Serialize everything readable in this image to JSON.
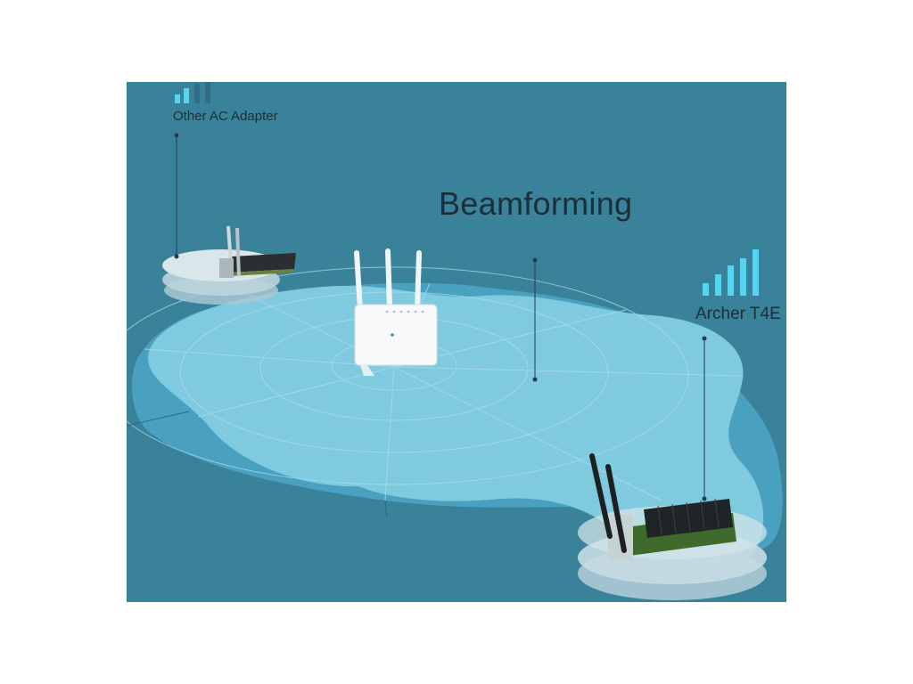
{
  "title": "Beamforming",
  "adapters": {
    "other": {
      "name": "Other AC Adapter",
      "signal_bars": 2,
      "total_bars": 4
    },
    "archer": {
      "name": "Archer T4E",
      "signal_bars": 5,
      "total_bars": 5
    }
  },
  "colors": {
    "background": "#3a8299",
    "coverage_light": "#7fcadf",
    "coverage_dark": "#4aa0bf",
    "signal_active": "#57d4f2",
    "signal_inactive": "#2f6e86",
    "text": "#1c2e38"
  },
  "icons": {
    "router": "router-icon",
    "pcie_adapter": "pcie-adapter-icon",
    "signal": "signal-bars-icon"
  }
}
